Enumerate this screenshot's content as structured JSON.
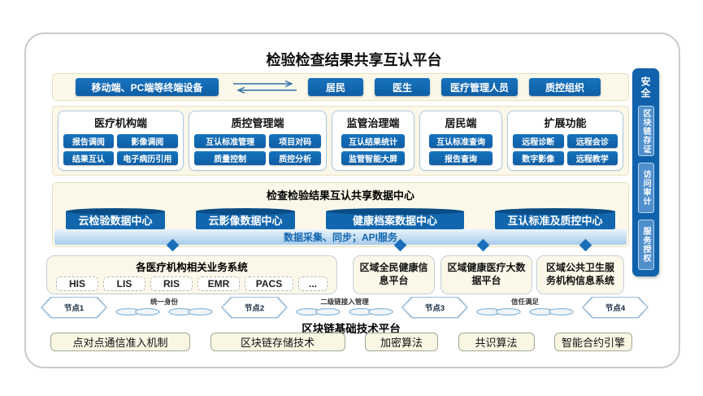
{
  "colors": {
    "primary_blue": "#1266ae",
    "dark_cylinder_top": "#0a4c85",
    "band_cream": "#fbf8e9",
    "api_bar_gradient": "#a6cbeb",
    "sidebar_blue": "#1062ac",
    "sidebar_box_blue": "#4f8fcc",
    "diamond_blue": "#1a6fbc"
  },
  "title": "检验检查结果共享互认平台",
  "terminal_band": {
    "device_box": "移动端、PC端等终端设备",
    "roles": [
      "居民",
      "医生",
      "医疗管理人员",
      "质控组织"
    ]
  },
  "client_panels": [
    {
      "title": "医疗机构端",
      "buttons": [
        "报告调阅",
        "影像调阅",
        "结果互认",
        "电子病历引用"
      ]
    },
    {
      "title": "质控管理端",
      "buttons": [
        "互认标准管理",
        "项目对码",
        "质量控制",
        "质控分析"
      ]
    },
    {
      "title": "监管治理端",
      "buttons": [
        "互认结果统计",
        "监管智能大屏"
      ]
    },
    {
      "title": "居民端",
      "buttons": [
        "互认标准查询",
        "报告查询"
      ]
    },
    {
      "title": "扩展功能",
      "buttons": [
        "远程诊断",
        "远程会诊",
        "数字影像",
        "远程教学"
      ]
    }
  ],
  "data_center": {
    "title": "检查检验结果互认共享数据中心",
    "cylinders": [
      "云检验数据中心",
      "云影像数据中心",
      "健康档案数据中心",
      "互认标准及质控中心"
    ],
    "api_bar": "数据采集、同步；API服务"
  },
  "systems_row": {
    "hospital_systems": {
      "title": "各医疗机构相关业务系统",
      "items": [
        "HIS",
        "LIS",
        "RIS",
        "EMR",
        "PACS",
        "..."
      ]
    },
    "platforms": [
      "区域全民健康信息平台",
      "区域健康医疗大数据平台",
      "区域公共卫生服务机构信息系统"
    ]
  },
  "blockchain": {
    "nodes": [
      "节点1",
      "节点2",
      "节点3",
      "节点4"
    ],
    "link_labels": [
      "统一身份",
      "二级链接入管理",
      "信任满足"
    ],
    "platform_title": "区块链基础技术平台",
    "components": [
      "点对点通信准入机制",
      "区块链存储技术",
      "加密算法",
      "共识算法",
      "智能合约引擎"
    ]
  },
  "security_sidebar": {
    "title": "安全",
    "items": [
      "区块链存证",
      "访问审计",
      "服务授权"
    ]
  }
}
